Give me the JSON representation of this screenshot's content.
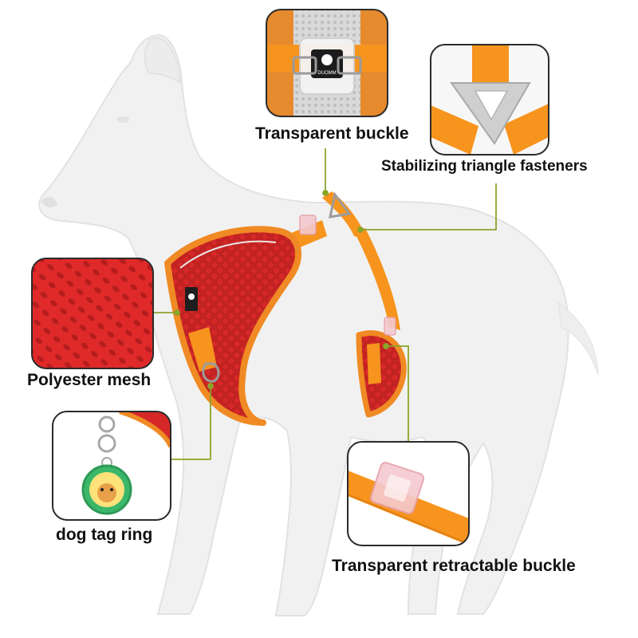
{
  "colors": {
    "background": "#ffffff",
    "mannequin": "#f1f1f1",
    "mannequin_edge": "#e2e2e2",
    "harness_mesh": "#d62828",
    "harness_trim": "#f08a24",
    "strap": "#f7941d",
    "leader_line": "#8aa52a",
    "inset_border": "#2b2b2b",
    "buckle_clear": "#f4c9cf",
    "tag_green": "#3bb76a"
  },
  "callouts": {
    "transparent_buckle": "Transparent buckle",
    "stabilizing_triangle": "Stabilizing triangle fasteners",
    "polyester_mesh": "Polyester mesh",
    "dog_tag_ring": "dog tag ring",
    "retractable_buckle": "Transparent retractable buckle"
  },
  "brand": {
    "logo_text": "DUOMM"
  }
}
